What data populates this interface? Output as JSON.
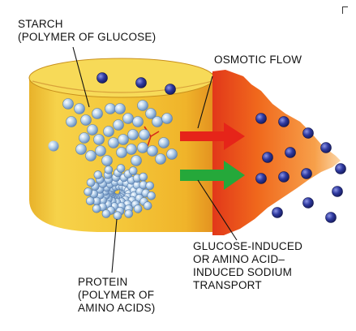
{
  "labels": {
    "starch": [
      "STARCH",
      "(POLYMER OF GLUCOSE)"
    ],
    "osmotic": "OSMOTIC FLOW",
    "transport": [
      "GLUCOSE-INDUCED",
      "OR AMINO ACID–",
      "INDUCED SODIUM",
      "TRANSPORT"
    ],
    "protein": [
      "PROTEIN",
      "(POLYMER OF",
      "AMINO ACIDS)"
    ]
  },
  "colors": {
    "tube": "#f3c63a",
    "tube_dark": "#d99a1c",
    "flow_orange": "#f06a1a",
    "flow_red": "#e8231a",
    "glucose_bead": "#a9c7e4",
    "sodium_bead": "#2b3590",
    "green_arrow": "#25a83a",
    "red_arrow": "#e62419"
  },
  "icons": {
    "osmotic_arrow": "arrow-right-icon",
    "transport_arrow": "arrow-right-icon"
  }
}
